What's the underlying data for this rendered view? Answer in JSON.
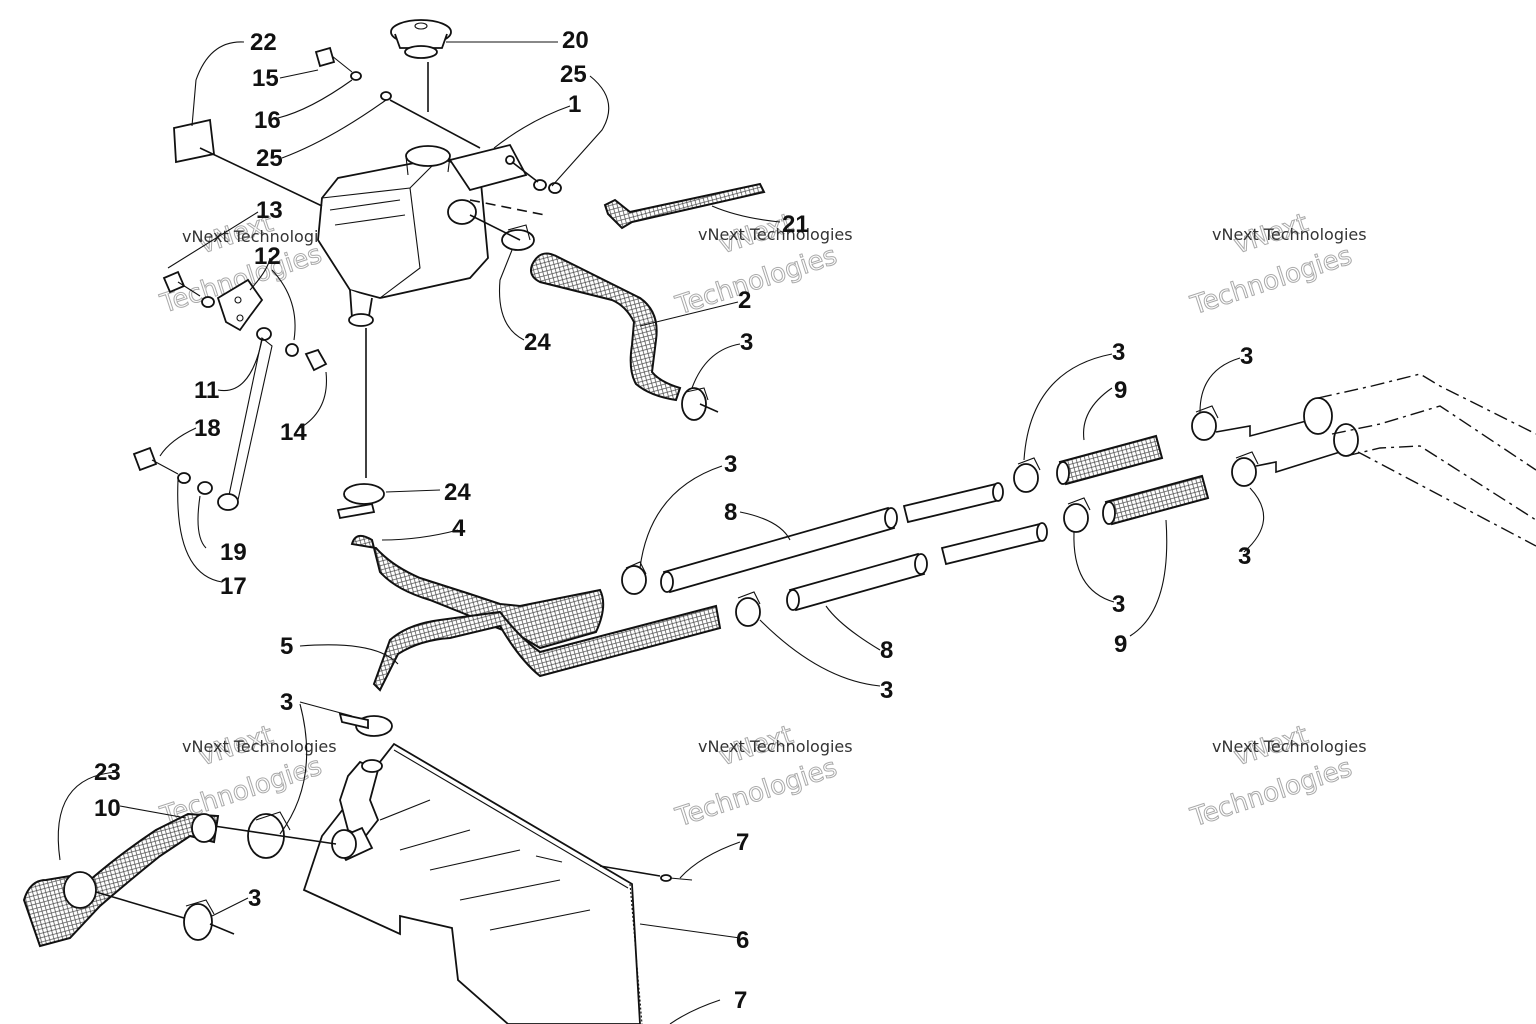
{
  "callouts": [
    "1",
    "2",
    "3",
    "4",
    "5",
    "6",
    "7",
    "8",
    "9",
    "10",
    "11",
    "12",
    "13",
    "14",
    "15",
    "16",
    "17",
    "18",
    "19",
    "20",
    "21",
    "22",
    "23",
    "24",
    "25"
  ],
  "watermark": {
    "line1": "vNext Technologies",
    "line2": "vNext",
    "line3": "Technologies"
  }
}
